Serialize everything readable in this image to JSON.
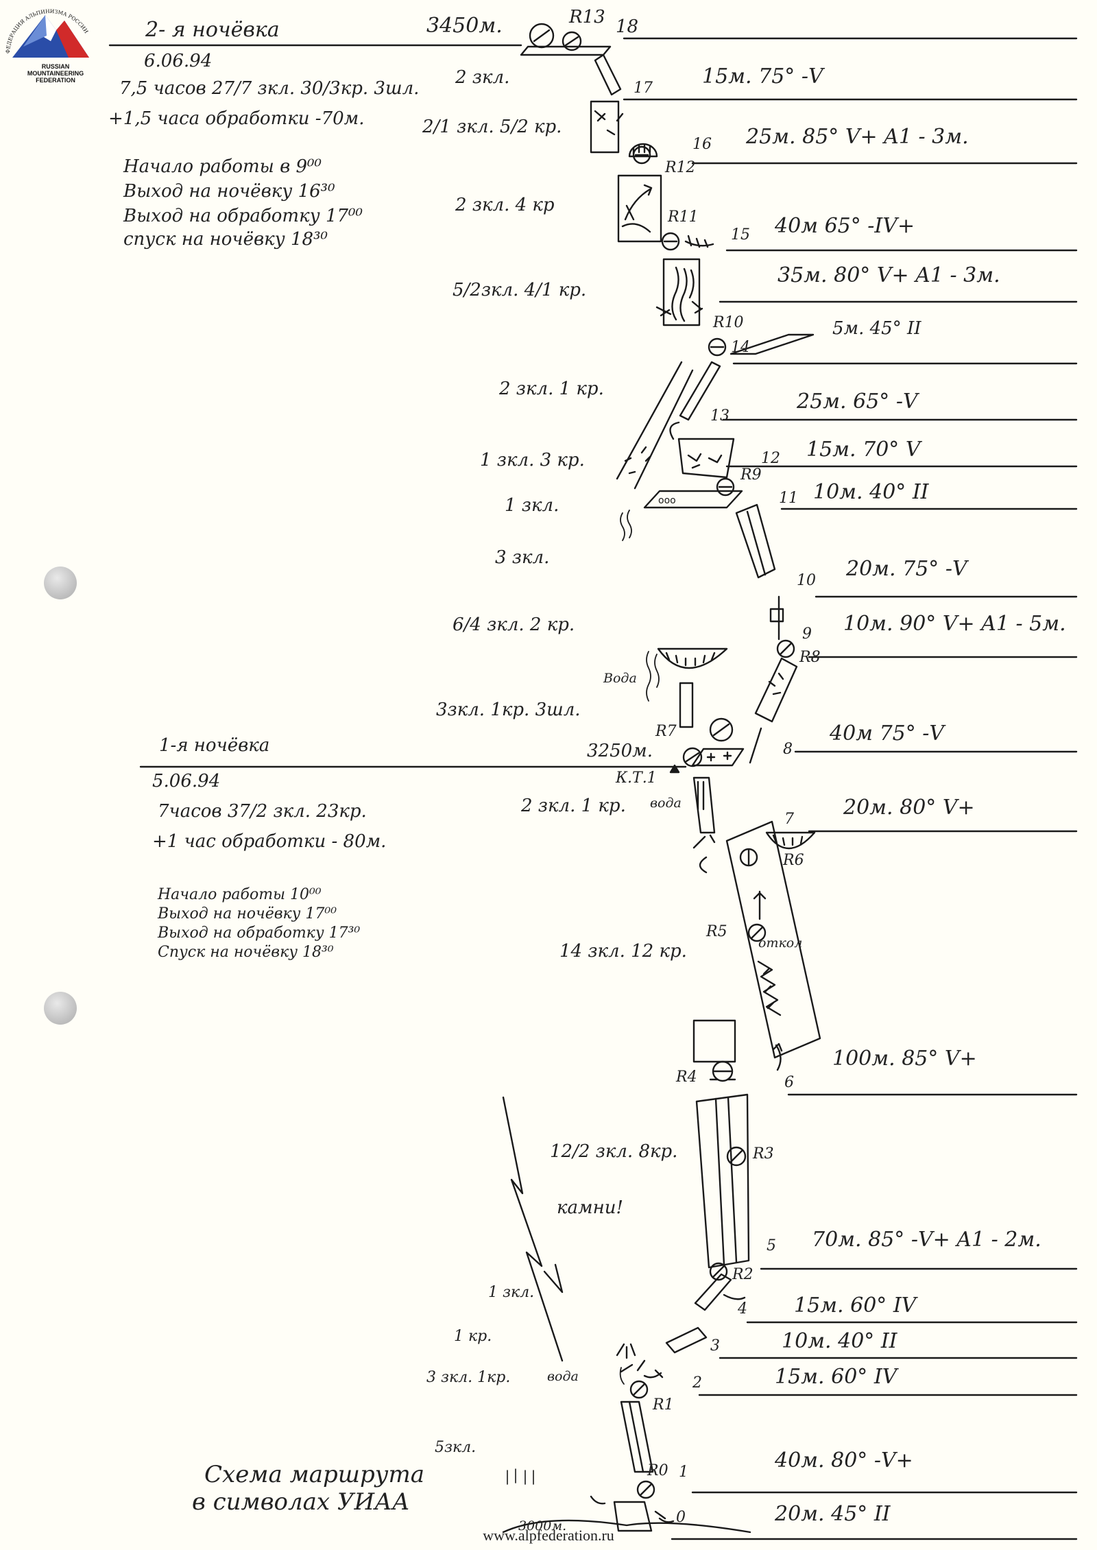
{
  "logo": {
    "arc_text": "ФЕДЕРАЦИЯ АЛЬПИНИЗМА РОССИИ",
    "line1": "RUSSIAN",
    "line2": "MOUNTAINEERING",
    "line3": "FEDERATION"
  },
  "bivouac2": {
    "title": "2- я ночёвка",
    "date": "6.06.94",
    "altitude": "3450м.",
    "hours": "7,5 часов 27/7 зкл. 30/3кр. 3шл.",
    "processing": "+1,5 часа обработки -70м.",
    "start": "Начало работы в 9⁰⁰",
    "exit_bivouac": "Выход на ночёвку 16³⁰",
    "exit_processing": "Выход на обработку 17⁰⁰",
    "descent": "спуск на ночёвку 18³⁰"
  },
  "bivouac1": {
    "title": "1-я ночёвка",
    "date": "5.06.94",
    "altitude": "3250м.",
    "control_point": "К.Т.1",
    "hours": "7часов 37/2 зкл. 23кр.",
    "processing": "+1 час обработки - 80м.",
    "start": "Начало работы 10⁰⁰",
    "exit_bivouac": "Выход на ночёвку 17⁰⁰",
    "exit_processing": "Выход на обработку 17³⁰",
    "descent": "Спуск на ночёвку 18³⁰"
  },
  "sections": [
    {
      "n": "18",
      "desc": ""
    },
    {
      "n": "17",
      "desc": "15м. 75° -V"
    },
    {
      "n": "16",
      "desc": "25м. 85° V+ A1 - 3м."
    },
    {
      "n": "15",
      "desc": "40м 65° -IV+"
    },
    {
      "n": "",
      "desc": "35м. 80° V+ A1 - 3м."
    },
    {
      "n": "14",
      "desc": "5м. 45° II"
    },
    {
      "n": "13",
      "desc": "25м. 65° -V"
    },
    {
      "n": "12",
      "desc": "15м. 70° V"
    },
    {
      "n": "11",
      "desc": "10м. 40° II"
    },
    {
      "n": "10",
      "desc": "20м. 75° -V"
    },
    {
      "n": "9",
      "desc": "10м. 90° V+ A1 - 5м."
    },
    {
      "n": "8",
      "desc": "40м 75° -V"
    },
    {
      "n": "7",
      "desc": "20м. 80° V+"
    },
    {
      "n": "6",
      "desc": "100м. 85° V+"
    },
    {
      "n": "5",
      "desc": "70м. 85° -V+ A1 - 2м."
    },
    {
      "n": "4",
      "desc": "15м. 60° IV"
    },
    {
      "n": "3",
      "desc": "10м. 40° II"
    },
    {
      "n": "2",
      "desc": "15м. 60° IV"
    },
    {
      "n": "1",
      "desc": "40м. 80° -V+"
    },
    {
      "n": "0",
      "desc": "20м. 45° II"
    }
  ],
  "gear": [
    "2 зкл.",
    "2/1 зкл. 5/2 кр.",
    "2 зкл. 4 кр",
    "5/2зкл. 4/1 кр.",
    "2 зкл. 1 кр.",
    "1 зкл. 3 кр.",
    "1 зкл.",
    "3 зкл.",
    "6/4 зкл. 2 кр.",
    "3зкл. 1кр. 3шл.",
    "2 зкл. 1 кр.",
    "14 зкл. 12 кр.",
    "12/2 зкл. 8кр.",
    "1 зкл.",
    "1 кр.",
    "3 зкл. 1кр.",
    "5зкл."
  ],
  "belays": [
    "R13",
    "R12",
    "R11",
    "R10",
    "R9",
    "R8",
    "R7",
    "R6",
    "R5",
    "R4",
    "R3",
    "R2",
    "R1",
    "R0"
  ],
  "notes": {
    "water1": "Вода",
    "water2": "вода",
    "water3": "вода",
    "detached": "откол",
    "rockfall": "камни!",
    "base_alt": "3000м."
  },
  "caption": {
    "line1": "Схема маршрута",
    "line2": "в символах УИАА"
  },
  "footer": "www.alpfederation.ru"
}
